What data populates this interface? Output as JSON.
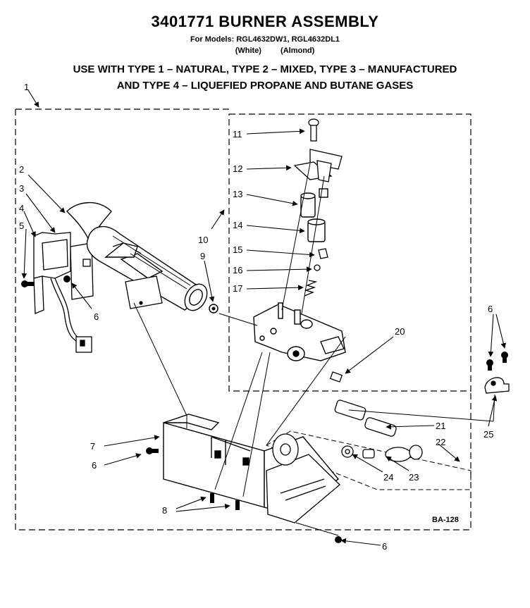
{
  "header": {
    "title": "3401771 BURNER ASSEMBLY",
    "models_line": "For Models: RGL4632DW1, RGL4632DL1",
    "color_white": "(White)",
    "color_almond": "(Almond)",
    "note_line1": "USE WITH TYPE 1 – NATURAL, TYPE 2 – MIXED, TYPE 3 – MANUFACTURED",
    "note_line2": "AND TYPE 4 – LIQUEFIED PROPANE AND BUTANE GASES"
  },
  "part_labels": {
    "p1": "1",
    "p2": "2",
    "p3": "3",
    "p4": "4",
    "p5": "5",
    "p6a": "6",
    "p6b": "6",
    "p6c": "6",
    "p6d": "6",
    "p7": "7",
    "p8": "8",
    "p9": "9",
    "p10": "10",
    "p11": "11",
    "p12": "12",
    "p13": "13",
    "p14": "14",
    "p15": "15",
    "p16": "16",
    "p17": "17",
    "p20": "20",
    "p21": "21",
    "p22": "22",
    "p23": "23",
    "p24": "24",
    "p25": "25"
  },
  "diagram_code": "BA-128"
}
